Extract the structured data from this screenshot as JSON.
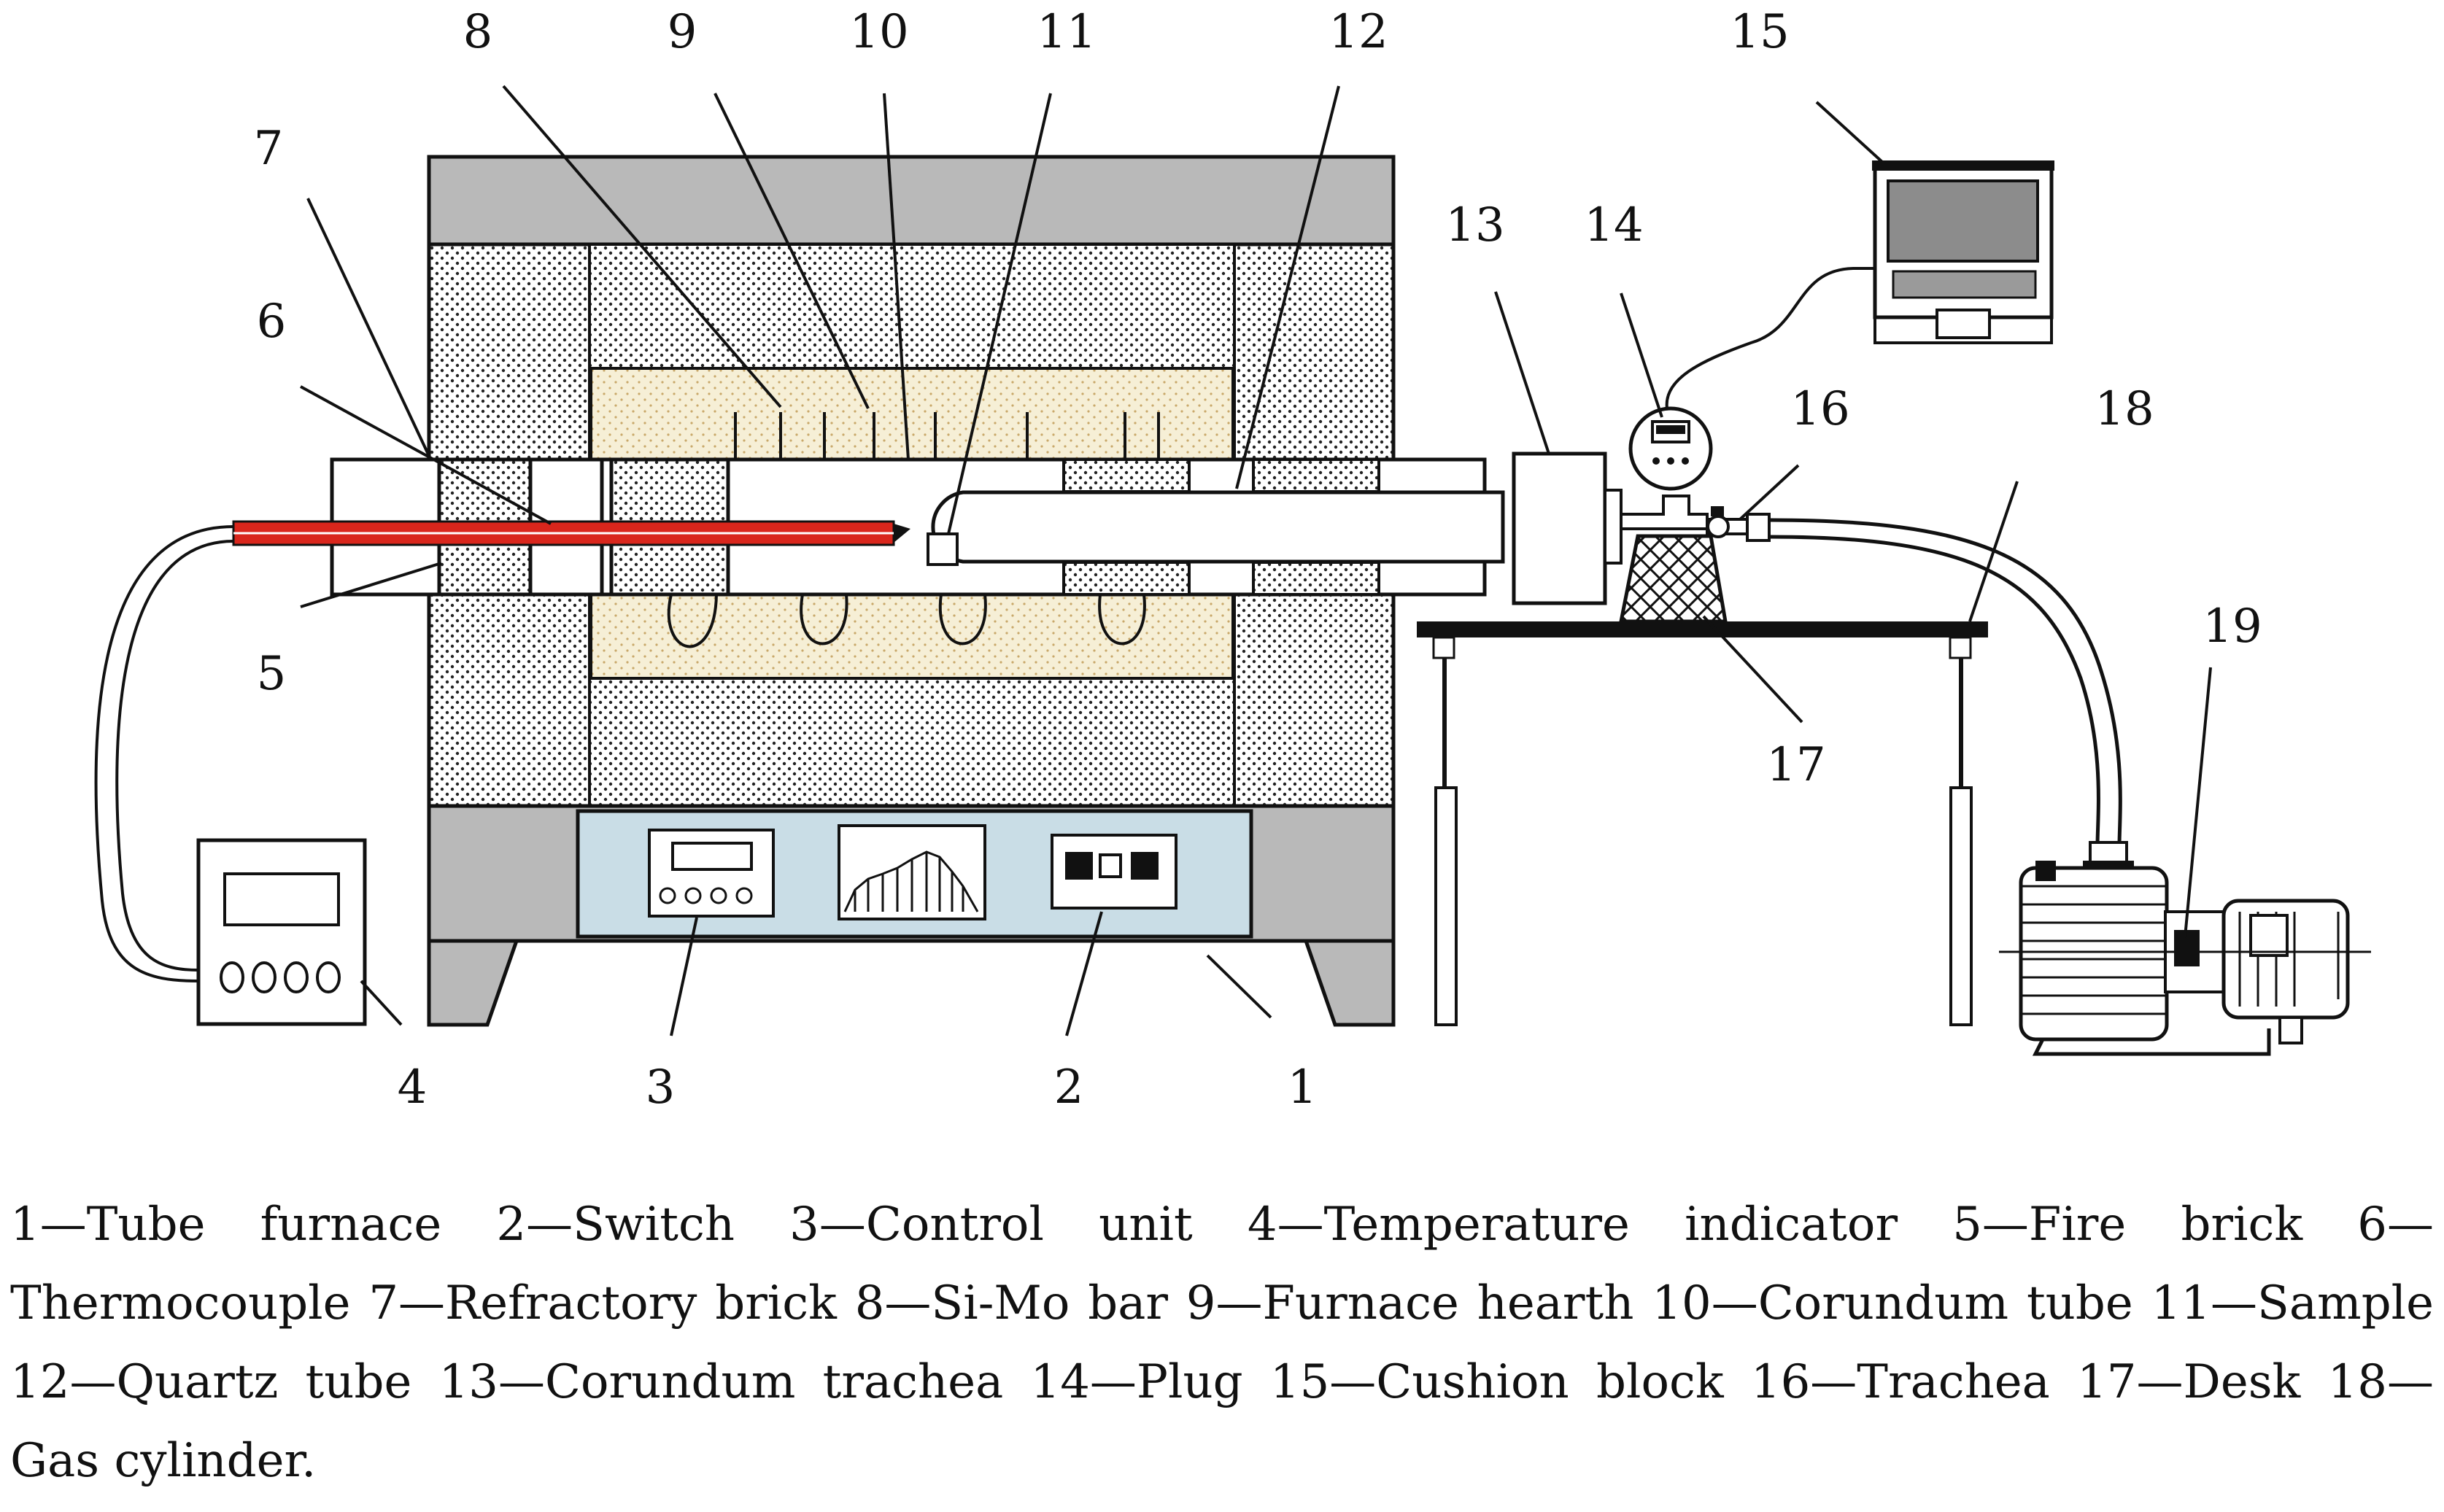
{
  "labels": {
    "l1": "1",
    "l2": "2",
    "l3": "3",
    "l4": "4",
    "l5": "5",
    "l6": "6",
    "l7": "7",
    "l8": "8",
    "l9": "9",
    "l10": "10",
    "l11": "11",
    "l12": "12",
    "l13": "13",
    "l14": "14",
    "l15": "15",
    "l16": "16",
    "l17": "17",
    "l18": "18",
    "l19": "19"
  },
  "caption": {
    "line1": "1—Tube furnace 2—Switch 3—Control unit 4—Temperature indicator 5—Fire brick 6—",
    "line2": "Thermocouple 7—Refractory brick 8—Si-Mo bar 9—Furnace hearth 10—Corundum tube 11—Sample",
    "line3": "12—Quartz tube 13—Corundum trachea 14—Plug 15—Cushion block 16—Trachea 17—Desk 18—",
    "line4": "Gas cylinder."
  },
  "colors": {
    "stroke": "#111111",
    "furnace_gray": "#b9b9b9",
    "hearth_fill": "#f6efd6",
    "control_panel": "#c9dde6",
    "thermocouple_red": "#d9261c"
  }
}
